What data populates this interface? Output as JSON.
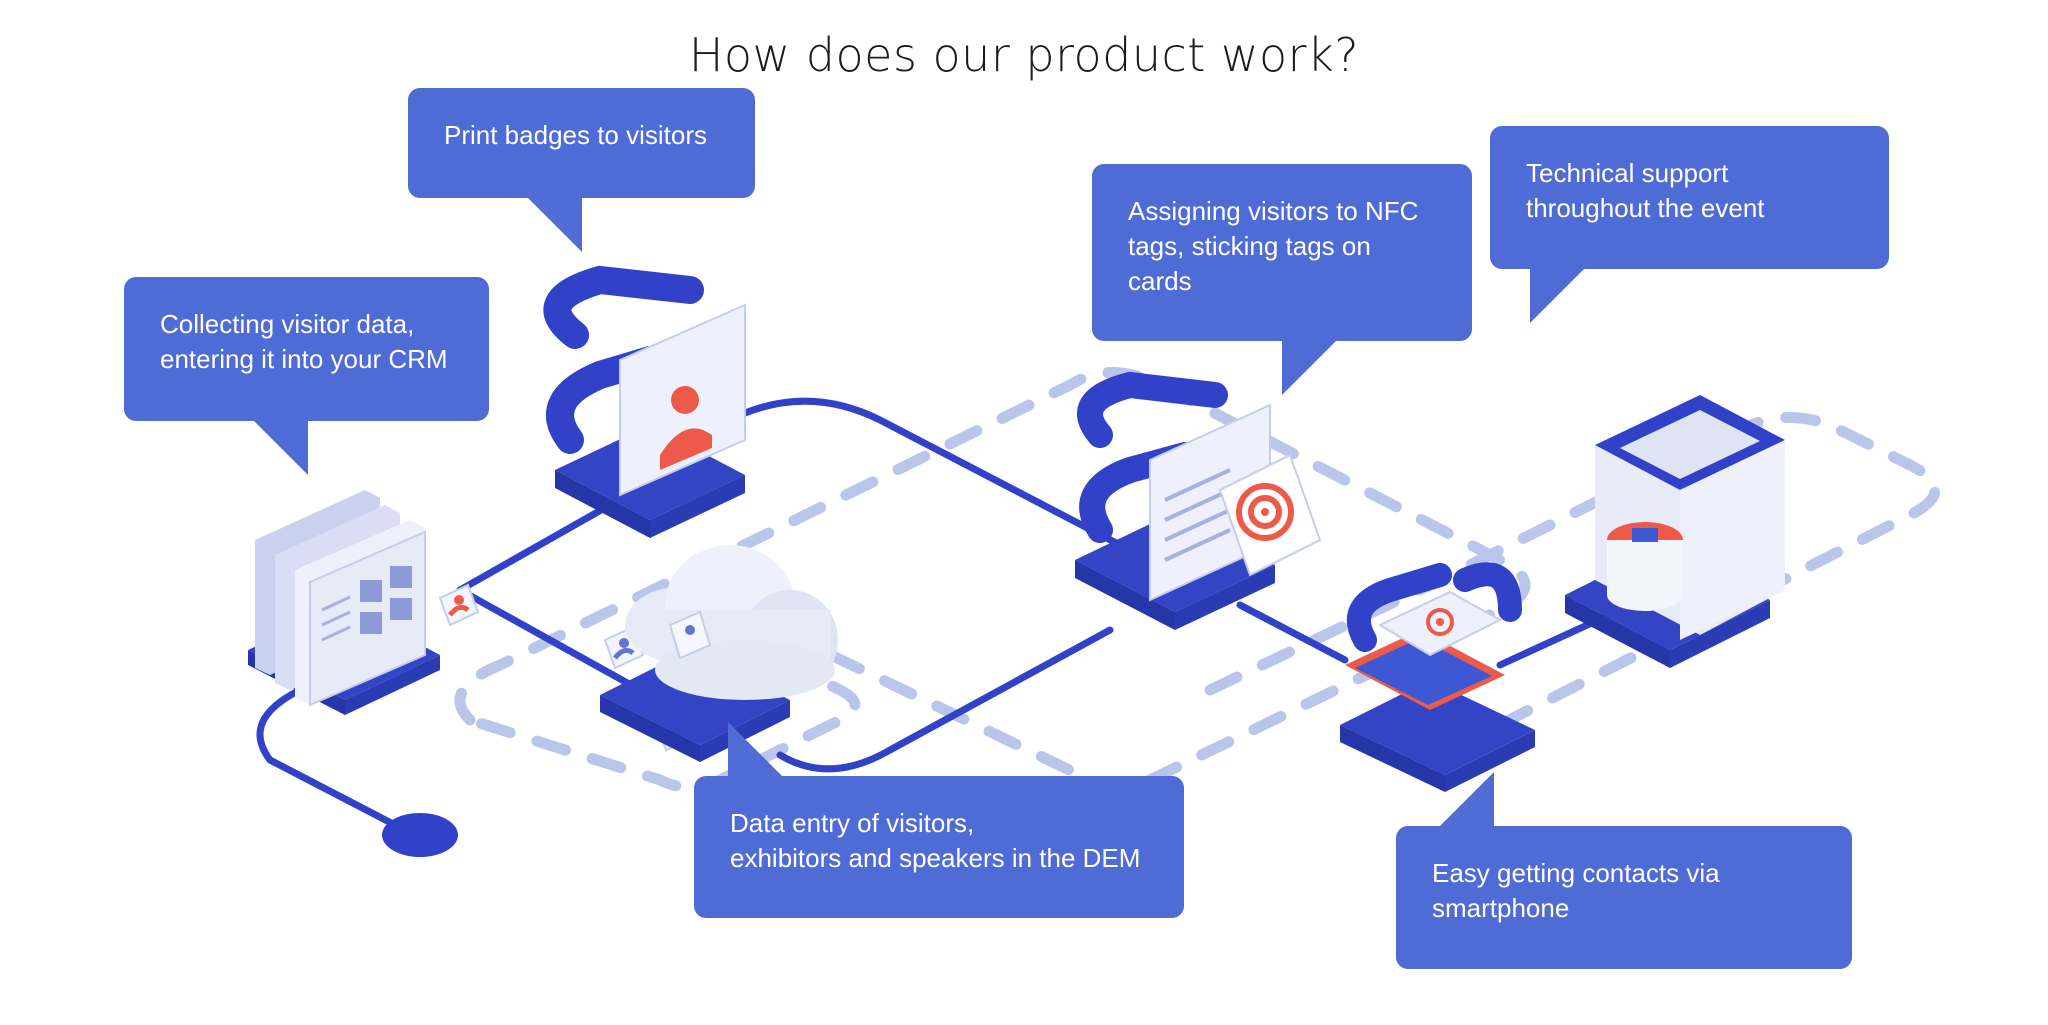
{
  "title": "How does our product work?",
  "colors": {
    "accent": "#4f6bd6",
    "line": "#3242c8",
    "dash": "#b9c5ea",
    "platform": "#3344c4",
    "light": "#dfe4f5",
    "red": "#ee5a4a"
  },
  "bubbles": {
    "print": "Print badges to visitors",
    "collect": "Collecting visitor data,\nentering it into your CRM",
    "nfc": "Assigning visitors to NFC\ntags, sticking tags on\ncards",
    "support": "Technical support\nthroughout the event",
    "dem": "Data entry of visitors,\nexhibitors and speakers in the DEM",
    "phone": "Easy getting contacts via\nsmartphone"
  },
  "icons": [
    "server-stack-icon",
    "badge-printer-icon",
    "cloud-icon",
    "nfc-printer-icon",
    "smartphone-nfc-icon",
    "support-booth-icon",
    "user-card-icon"
  ]
}
